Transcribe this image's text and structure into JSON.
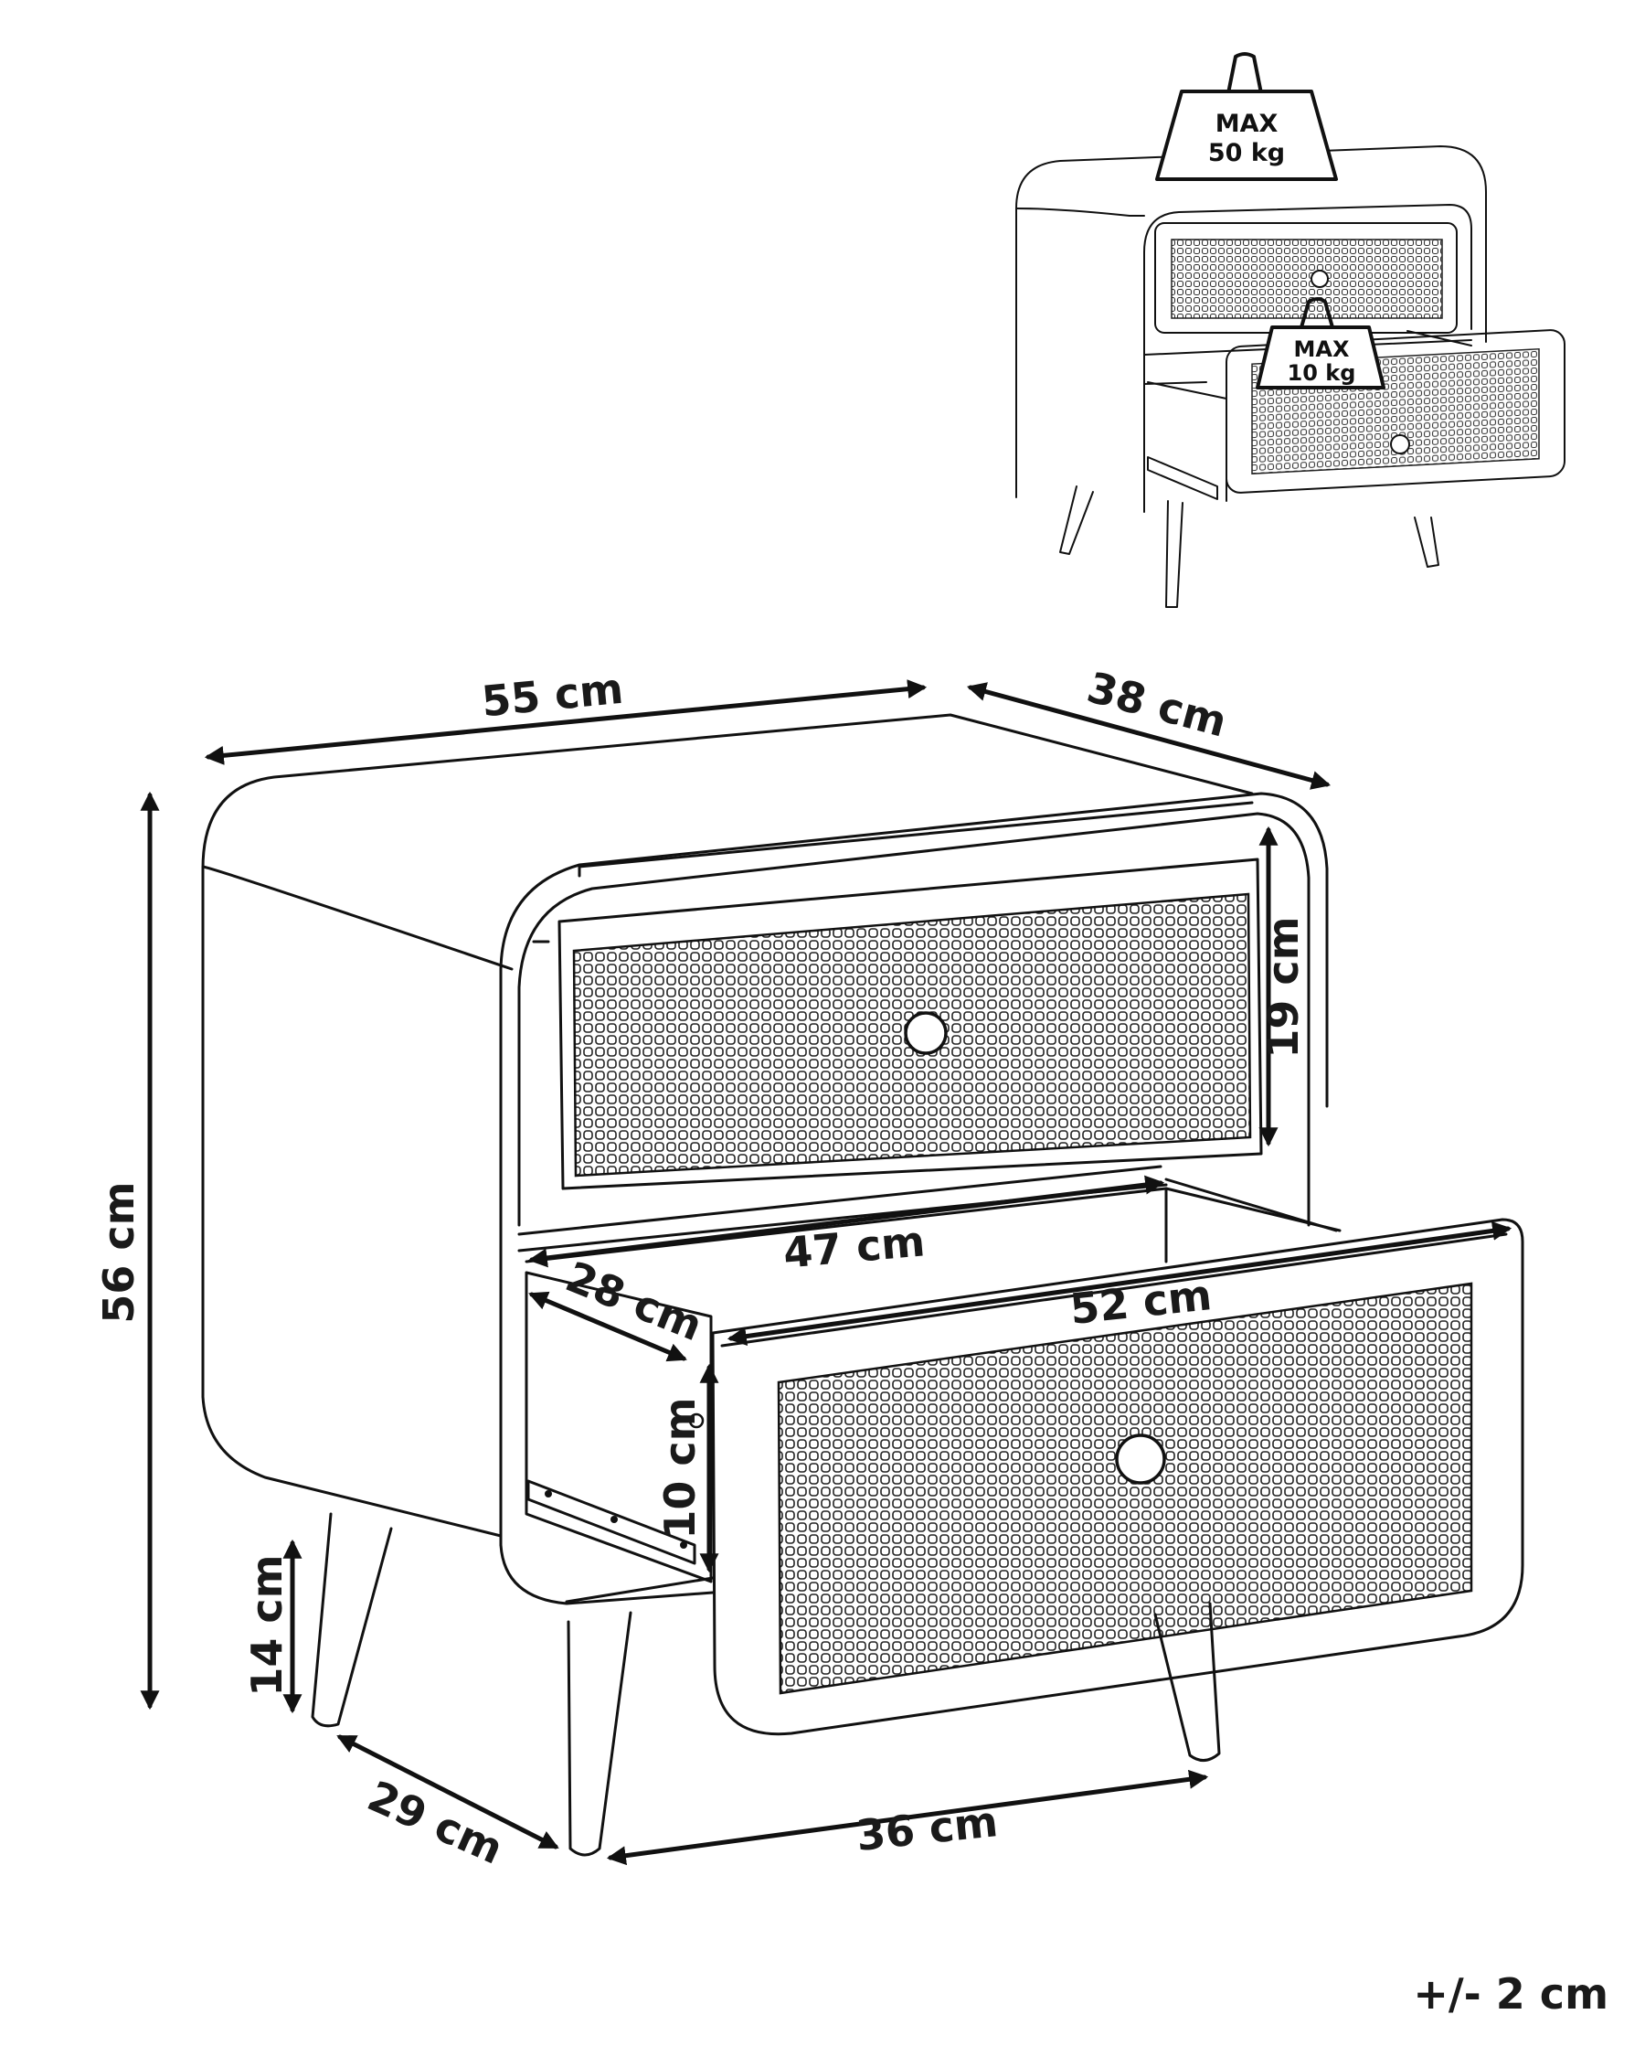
{
  "diagram": {
    "capacity": {
      "top": {
        "line1": "MAX",
        "line2": "50 kg"
      },
      "drawer": {
        "line1": "MAX",
        "line2": "10 kg"
      }
    },
    "dimensions": {
      "width": "55 cm",
      "depth": "38 cm",
      "height": "56 cm",
      "drawer_front_height": "19 cm",
      "drawer_inner_width": "47 cm",
      "drawer_inner_depth": "28 cm",
      "drawer_front_width": "52 cm",
      "drawer_inner_height": "10 cm",
      "leg_height": "14 cm",
      "leg_spacing_depth": "29 cm",
      "leg_spacing_width": "36 cm"
    },
    "tolerance": "+/- 2 cm",
    "colors": {
      "line": "#111111",
      "background": "#ffffff"
    }
  }
}
